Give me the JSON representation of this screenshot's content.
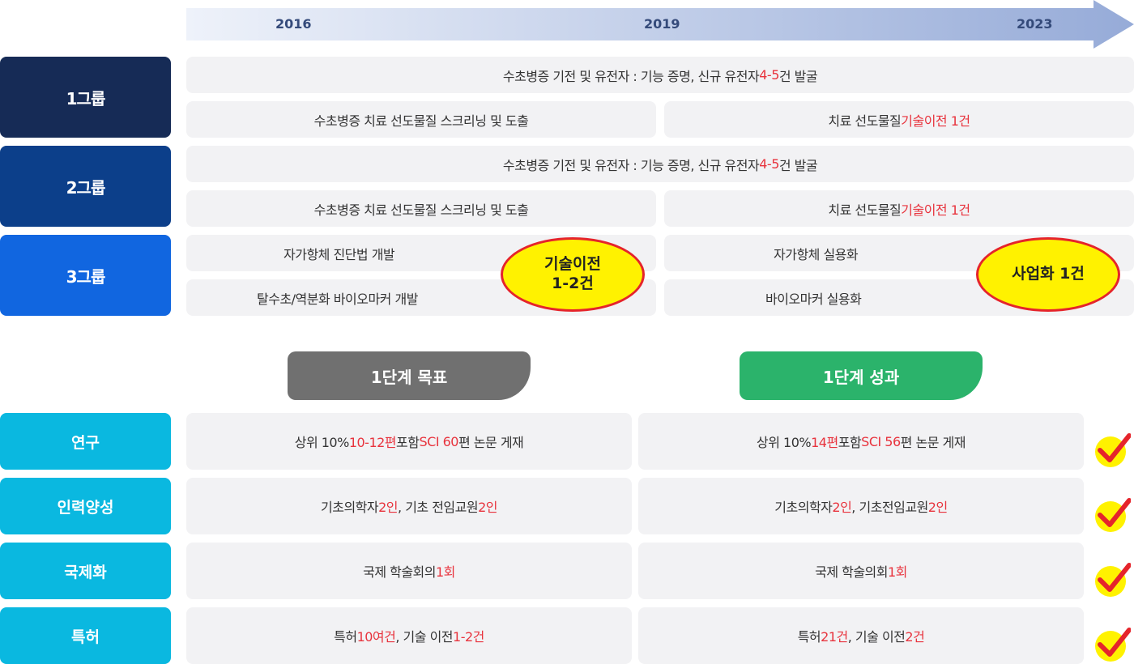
{
  "timeline": {
    "years": [
      "2016",
      "2019",
      "2023"
    ]
  },
  "groups": [
    {
      "label": "1그룹",
      "color": "#162b56",
      "row1": {
        "prefix": "수초병증 기전 및 유전자 : 기능 증명, 신규 유전자 ",
        "highlight": "4-5",
        "suffix": " 건 발굴"
      },
      "row2_left": "수초병증 치료 선도물질 스크리닝 및 도출",
      "row2_right": {
        "prefix": "치료 선도물질 ",
        "highlight": "기술이전 1건"
      }
    },
    {
      "label": "2그룹",
      "color": "#0c3f8a",
      "row1": {
        "prefix": "수초병증 기전 및 유전자 : 기능 증명, 신규 유전자 ",
        "highlight": "4-5",
        "suffix": " 건 발굴"
      },
      "row2_left": "수초병증 치료 선도물질 스크리닝 및 도출",
      "row2_right": {
        "prefix": "치료 선도물질 ",
        "highlight": "기술이전 1건"
      }
    },
    {
      "label": "3그룹",
      "color": "#1166e0",
      "row1_left": "자가항체 진단법 개발",
      "row1_right": "자가항체 실용화",
      "row2_left": "탈수초/역분화 바이오마커 개발",
      "row2_right": "바이오마커 실용화",
      "oval_left": {
        "line1": "기술이전",
        "line2": "1-2건"
      },
      "oval_right": "사업화 1건"
    }
  ],
  "phase_headers": {
    "goal": {
      "label": "1단계 목표",
      "color": "#707070"
    },
    "result": {
      "label": "1단계 성과",
      "color": "#2bb36b"
    }
  },
  "categories": [
    {
      "label": "연구",
      "goal": [
        {
          "t": "상위 10% "
        },
        {
          "t": "10-12편",
          "r": true
        },
        {
          "t": " 포함 "
        },
        {
          "t": "SCI 60",
          "r": true
        },
        {
          "t": "편 논문 게재"
        }
      ],
      "result": [
        {
          "t": "상위 10% "
        },
        {
          "t": "14편",
          "r": true
        },
        {
          "t": " 포함 "
        },
        {
          "t": "SCI 56",
          "r": true
        },
        {
          "t": "편 논문 게재"
        }
      ]
    },
    {
      "label": "인력양성",
      "goal": [
        {
          "t": "기초의학자 "
        },
        {
          "t": "2인",
          "r": true
        },
        {
          "t": ", 기초 전임교원 "
        },
        {
          "t": "2인",
          "r": true
        }
      ],
      "result": [
        {
          "t": "기초의학자 "
        },
        {
          "t": "2인",
          "r": true
        },
        {
          "t": ", 기초전임교원 "
        },
        {
          "t": "2인",
          "r": true
        }
      ]
    },
    {
      "label": "국제화",
      "goal": [
        {
          "t": "국제 학술회의 "
        },
        {
          "t": "1회",
          "r": true
        }
      ],
      "result": [
        {
          "t": "국제 학술의회 "
        },
        {
          "t": "1회",
          "r": true
        }
      ]
    },
    {
      "label": "특허",
      "goal": [
        {
          "t": "특허 "
        },
        {
          "t": "10여건",
          "r": true
        },
        {
          "t": ", 기술 이전 "
        },
        {
          "t": "1-2건",
          "r": true
        }
      ],
      "result": [
        {
          "t": "특허 "
        },
        {
          "t": "21건",
          "r": true
        },
        {
          "t": ", 기술 이전 "
        },
        {
          "t": "2건",
          "r": true
        }
      ]
    }
  ],
  "colors": {
    "highlight": "#e8333d",
    "oval_fill": "#fff200",
    "oval_border": "#e5242b",
    "category": "#0ab8e0",
    "cell_bg": "#f2f2f4"
  },
  "icons": {
    "check": "check-mark-icon"
  }
}
